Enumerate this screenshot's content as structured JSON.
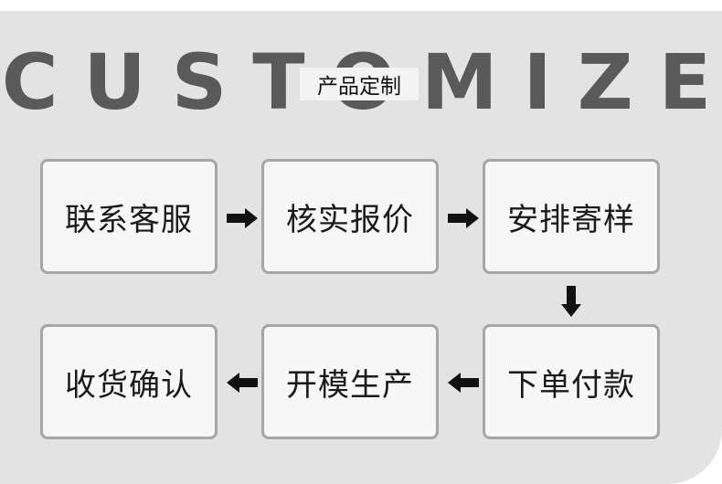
{
  "header": {
    "title": "CUSTOMIZE",
    "subtitle": "产品定制"
  },
  "steps": [
    "联系客服",
    "核实报价",
    "安排寄样",
    "下单付款",
    "开模生产",
    "收货确认"
  ],
  "icons": {
    "arrow": "arrow-icon"
  },
  "colors": {
    "panel_background": "#e3e3e3",
    "box_border": "#a6a6a6",
    "box_fill": "#f7f7f7",
    "title_text": "#5a5a5a",
    "arrow": "#111111"
  }
}
